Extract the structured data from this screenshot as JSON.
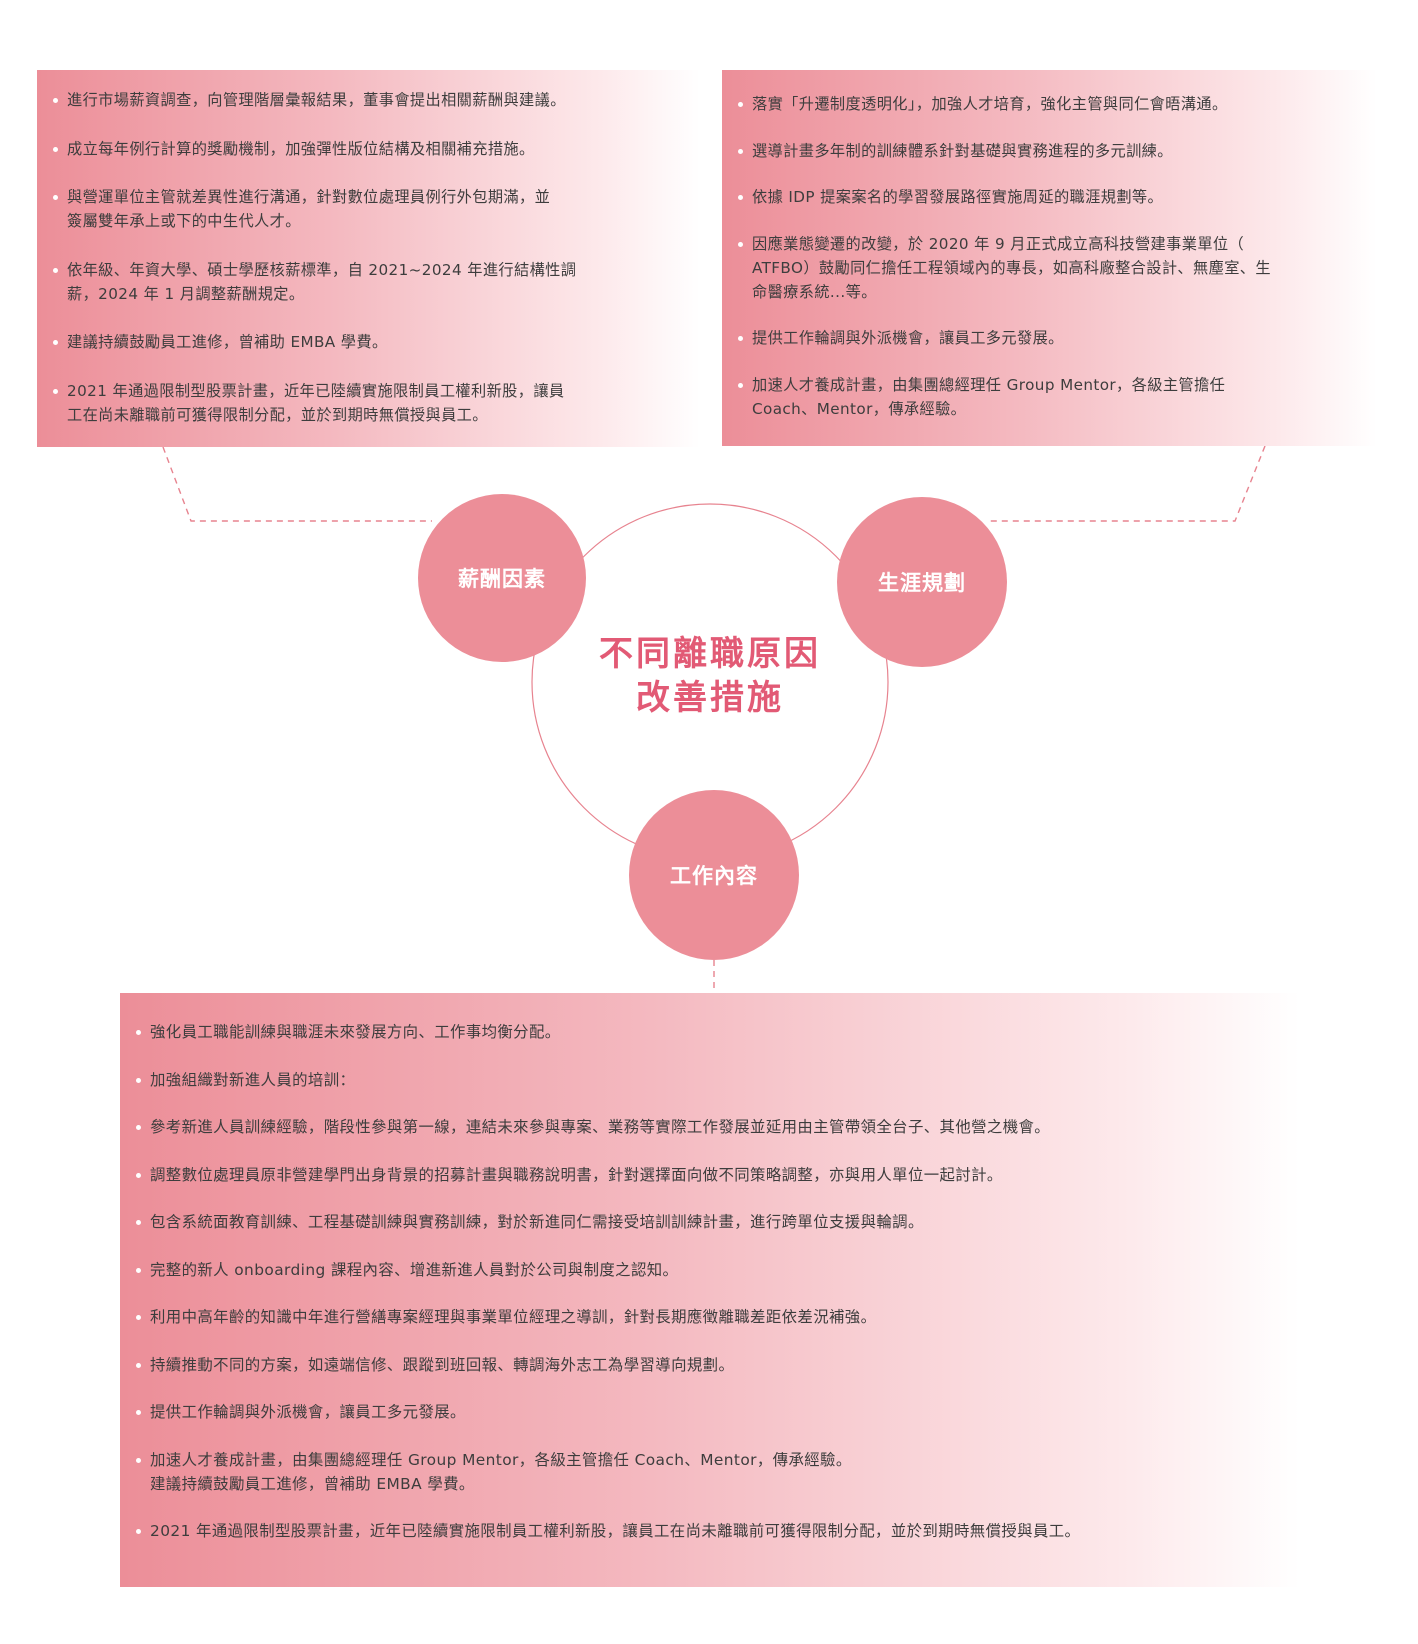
{
  "center": {
    "line1": "不同離職原因",
    "line2": "改善措施"
  },
  "nodes": {
    "salary": "薪酬因素",
    "career": "生涯規劃",
    "work": "工作內容"
  },
  "salary_items": [
    "進行市場薪資調查，向管理階層彙報結果，董事會提出相關薪酬與建議。",
    "成立每年例行計算的獎勵機制，加強彈性版位結構及相關補充措施。",
    "與營運單位主管就差異性進行溝通，針對數位處理員例行外包期滿，並\n簽屬雙年承上或下的中生代人才。",
    "依年級、年資大學、碩士學歷核薪標準，自 2021~2024 年進行結構性調\n薪，2024 年 1 月調整薪酬規定。",
    "建議持續鼓勵員工進修，曾補助 EMBA 學費。",
    "2021 年通過限制型股票計畫，近年已陸續實施限制員工權利新股，讓員\n工在尚未離職前可獲得限制分配，並於到期時無償授與員工。"
  ],
  "career_items": [
    "落實「升遷制度透明化」，加強人才培育，強化主管與同仁會晤溝通。",
    "選導計畫多年制的訓練體系針對基礎與實務進程的多元訓練。",
    "依據 IDP 提案案名的學習發展路徑實施周延的職涯規劃等。",
    "因應業態變遷的改變，於 2020 年 9 月正式成立高科技營建事業單位（\nATFBO）鼓勵同仁擔任工程領域內的專長，如高科廠整合設計、無塵室、生\n命醫療系統...等。",
    "提供工作輪調與外派機會，讓員工多元發展。",
    "加速人才養成計畫，由集團總經理任 Group Mentor，各級主管擔任\nCoach、Mentor，傳承經驗。"
  ],
  "work_items": [
    "強化員工職能訓練與職涯未來發展方向、工作事均衡分配。",
    "加強組織對新進人員的培訓：",
    "參考新進人員訓練經驗，階段性參與第一線，連結未來參與專案、業務等實際工作發展並延用由主管帶領全台子、其他營之機會。",
    "調整數位處理員原非營建學門出身背景的招募計畫與職務說明書，針對選擇面向做不同策略調整，亦與用人單位一起討計。",
    "包含系統面教育訓練、工程基礎訓練與實務訓練，對於新進同仁需接受培訓訓練計畫，進行跨單位支援與輪調。",
    "完整的新人 onboarding 課程內容、增進新進人員對於公司與制度之認知。",
    "利用中高年齡的知識中年進行營繕專案經理與事業單位經理之導訓，針對長期應徵離職差距依差況補強。",
    "持續推動不同的方案，如遠端信修、跟蹤到班回報、轉調海外志工為學習導向規劃。",
    "提供工作輪調與外派機會，讓員工多元發展。",
    "加速人才養成計畫，由集團總經理任 Group Mentor，各級主管擔任 Coach、Mentor，傳承經驗。\n建議持續鼓勵員工進修，曾補助 EMBA 學費。",
    "2021 年通過限制型股票計畫，近年已陸續實施限制員工權利新股，讓員工在尚未離職前可獲得限制分配，並於到期時無償授與員工。"
  ],
  "colors": {
    "accent": "#ec8e98",
    "title": "#e25a75",
    "connector": "#e7838f"
  }
}
